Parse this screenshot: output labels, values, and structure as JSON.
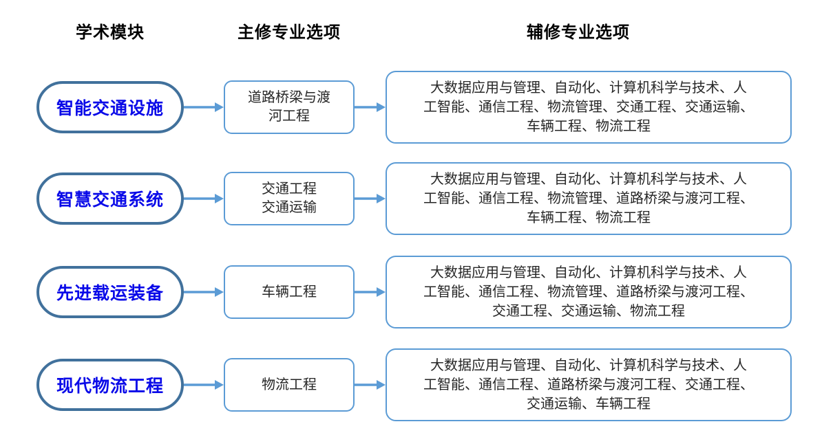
{
  "headers": {
    "module": "学术模块",
    "major": "主修专业选项",
    "minor": "辅修专业选项"
  },
  "colors": {
    "module_text": "#0A0AE8",
    "module_pill_border": "#41719C",
    "box_border": "#5B9BD5",
    "arrow": "#5B9BD5",
    "body_text": "#262626",
    "header_text": "#000000",
    "background": "#ffffff"
  },
  "icons": {
    "arrow_right": "right-arrow-connector"
  },
  "rows": [
    {
      "module": "智能交通设施",
      "major": [
        "道路桥梁与渡",
        "河工程"
      ],
      "minor": [
        "大数据应用与管理、自动化、计算机科学与技术、人",
        "工智能、通信工程、物流管理、交通工程、交通运输、",
        "车辆工程、物流工程"
      ]
    },
    {
      "module": "智慧交通系统",
      "major": [
        "交通工程",
        "交通运输"
      ],
      "minor": [
        "大数据应用与管理、自动化、计算机科学与技术、人",
        "工智能、通信工程、物流管理、道路桥梁与渡河工程、",
        "车辆工程、物流工程"
      ]
    },
    {
      "module": "先进载运装备",
      "major": [
        "车辆工程"
      ],
      "minor": [
        "大数据应用与管理、自动化、计算机科学与技术、人",
        "工智能、通信工程、物流管理、道路桥梁与渡河工程、",
        "交通工程、交通运输、物流工程"
      ]
    },
    {
      "module": "现代物流工程",
      "major": [
        "物流工程"
      ],
      "minor": [
        "大数据应用与管理、自动化、计算机科学与技术、人",
        "工智能、通信工程、道路桥梁与渡河工程、交通工程、",
        "交通运输、车辆工程"
      ]
    }
  ]
}
